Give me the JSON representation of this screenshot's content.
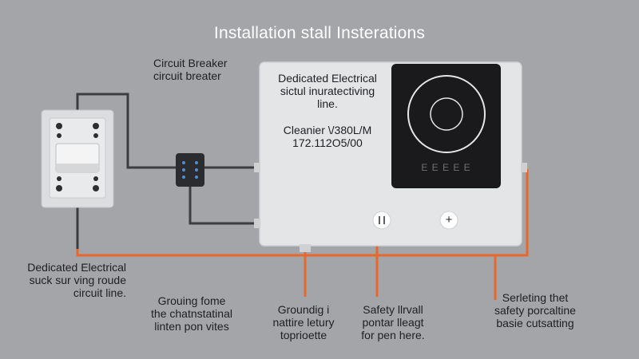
{
  "title": "Installation stall  Insterations",
  "labels": {
    "breaker": "Circuit Breaker\ncircuit breater",
    "dedicated_top": "Dedicated Electrical\nsictul inuratectiving\nline.",
    "model": "Cleanier \\/380L/M\n172.112O5/00",
    "dedicated_left": "Dedicated Electrical\nsuck sur ving roude\ncircuit line.",
    "grounding_left": "Grouing fome\nthe chatnstatinal\nlinten pon vites",
    "grounding_mid": "Groundig i\nnattire letury\ntoprioette",
    "safety_mid": "Safety llrvall\npontar lleagt\nfor pen here.",
    "safety_right": "Serleting thet\nsafety porcaltine\nbasie cutsatting"
  },
  "cooktop": {
    "panel_text": "E  E  E  E  E"
  },
  "outlet_plus": "+",
  "colors": {
    "wire_orange": "#e8682c",
    "wire_dark": "#3b3d40",
    "cooktop": "#1a1a1d"
  }
}
